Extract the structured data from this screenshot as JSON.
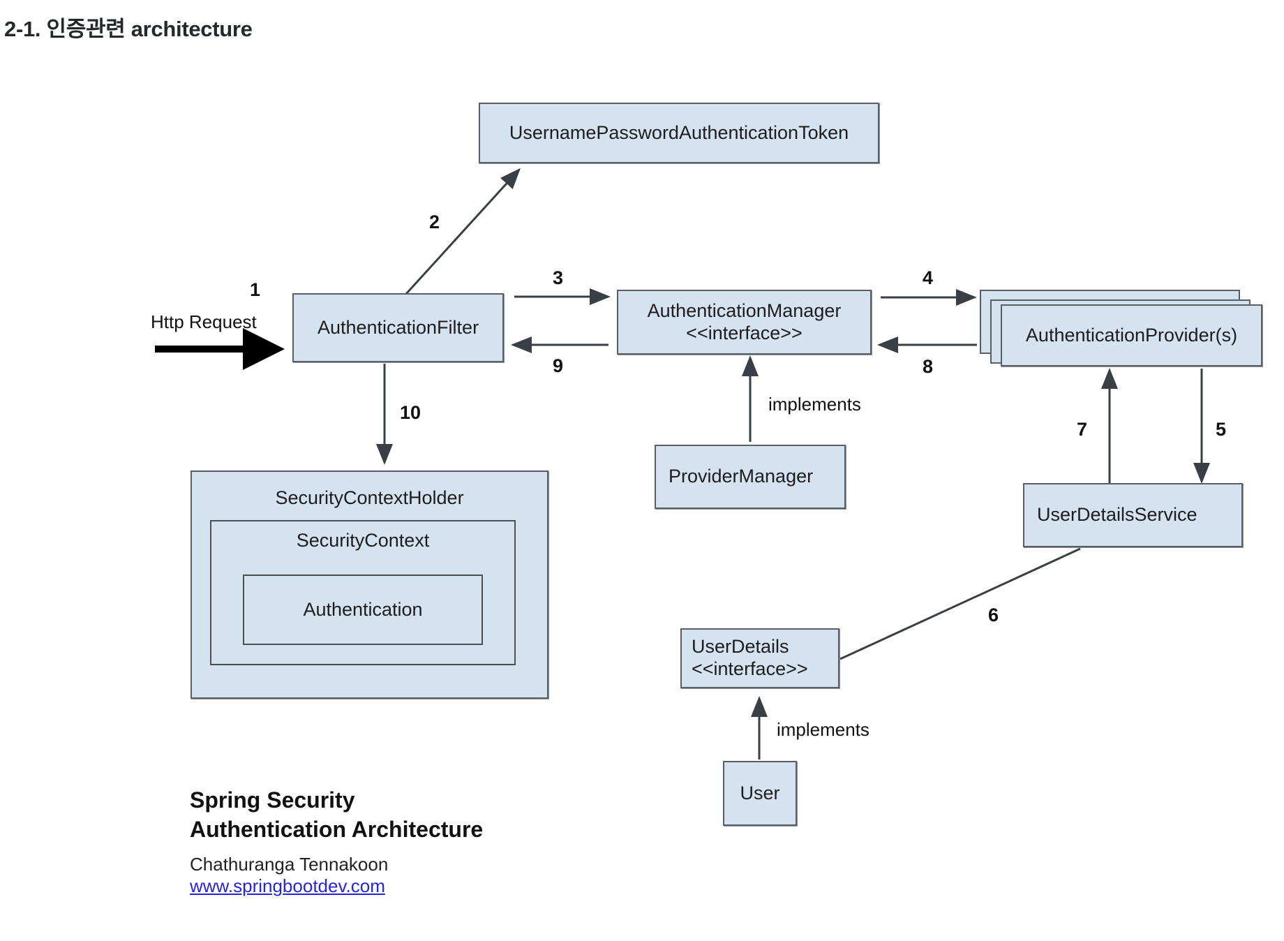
{
  "page": {
    "title": "2-1. 인증관련 architecture",
    "background": "#ffffff"
  },
  "theme": {
    "node_fill": "#d5e2f0",
    "node_border": "#5a5f66",
    "text": "#1d1d1d",
    "link": "#2726d6"
  },
  "diagram": {
    "kind": "uml-component-diagram",
    "nodes": [
      {
        "id": "upat",
        "label": "UsernamePasswordAuthenticationToken"
      },
      {
        "id": "filter",
        "label": "AuthenticationFilter"
      },
      {
        "id": "manager",
        "label": "AuthenticationManager\n<<interface>>"
      },
      {
        "id": "providers",
        "label": "AuthenticationProvider(s)"
      },
      {
        "id": "provmgr",
        "label": "ProviderManager"
      },
      {
        "id": "udservice",
        "label": "UserDetailsService"
      },
      {
        "id": "userdet",
        "label": "UserDetails\n<<interface>>"
      },
      {
        "id": "user",
        "label": "User"
      },
      {
        "id": "scholder",
        "label": "SecurityContextHolder"
      },
      {
        "id": "sccontext",
        "label": "SecurityContext"
      },
      {
        "id": "auth",
        "label": "Authentication"
      }
    ],
    "edge_labels": {
      "http_request": "Http Request",
      "step1": "1",
      "step2": "2",
      "step3": "3",
      "step4": "4",
      "step5": "5",
      "step6": "6",
      "step7": "7",
      "step8": "8",
      "step9": "9",
      "step10": "10",
      "implements_manager": "implements",
      "implements_userdetails": "implements"
    }
  },
  "credits": {
    "heading": "Spring Security\nAuthentication Architecture",
    "author": "Chathuranga Tennakoon",
    "website": "www.springbootdev.com"
  }
}
